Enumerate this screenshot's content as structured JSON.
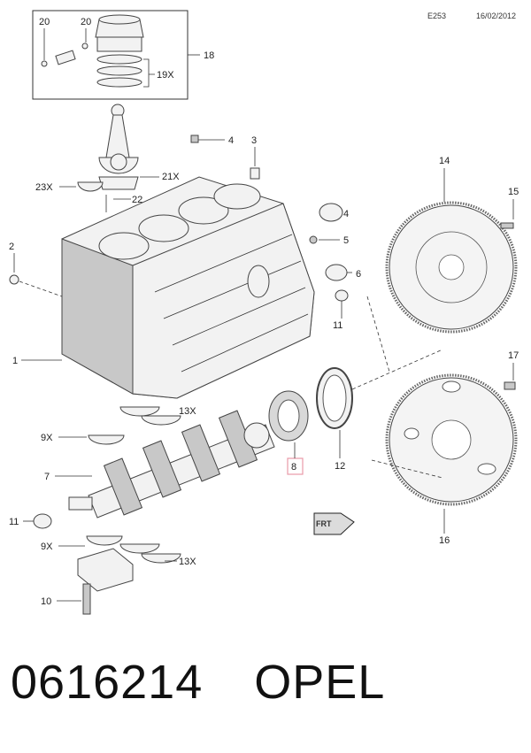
{
  "header": {
    "code": "E253",
    "date": "16/02/2012"
  },
  "callouts": {
    "c1": "1",
    "c2": "2",
    "c3": "3",
    "c4a": "4",
    "c4b": "4",
    "c5": "5",
    "c6": "6",
    "c7": "7",
    "c8": "8",
    "c9a": "9X",
    "c9b": "9X",
    "c10": "10",
    "c11a": "11",
    "c11b": "11",
    "c12": "12",
    "c13a": "13X",
    "c13b": "13X",
    "c14": "14",
    "c15": "15",
    "c16": "16",
    "c17": "17",
    "c18": "18",
    "c19": "19X",
    "c20a": "20",
    "c20b": "20",
    "c21": "21X",
    "c22": "22",
    "c23": "23X"
  },
  "highlight_color": "#e89aa8",
  "footer": {
    "part_number": "0616214",
    "brand": "OPEL"
  }
}
